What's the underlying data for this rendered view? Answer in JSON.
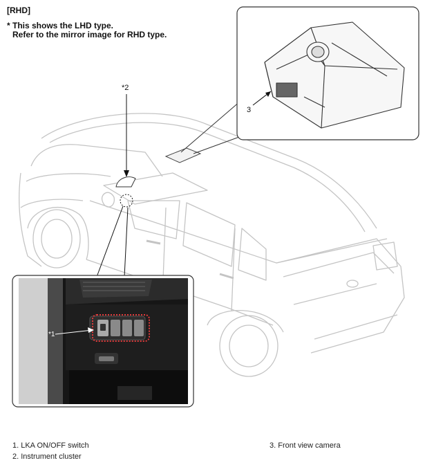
{
  "header": {
    "section": "[RHD]",
    "note_line1": "* This shows the LHD type.",
    "note_line2": "Refer to the mirror image for RHD type."
  },
  "callouts": {
    "c1": "*1",
    "c2": "*2",
    "c3": "3"
  },
  "legend": {
    "item1": "1. LKA ON/OFF switch",
    "item2": "2. Instrument cluster",
    "item3": "3. Front view camera"
  }
}
